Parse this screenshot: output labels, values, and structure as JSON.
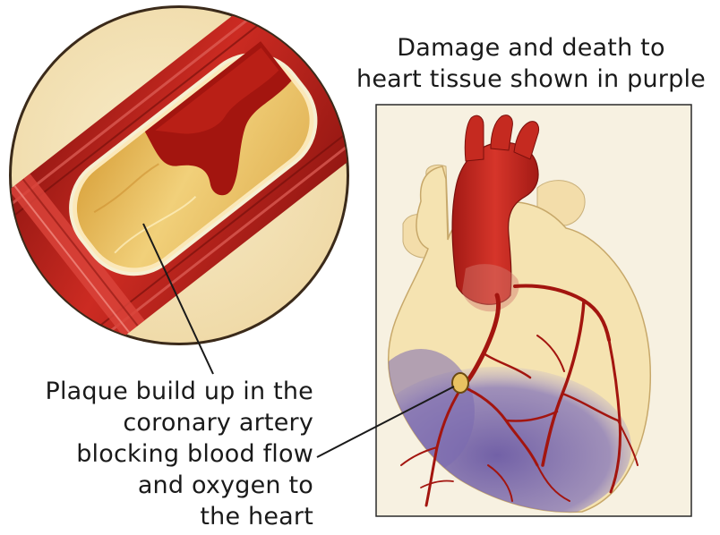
{
  "labels": {
    "tissue_damage": [
      "Damage and death to",
      "heart tissue shown in purple"
    ],
    "plaque": [
      "Plaque build up in the",
      "coronary artery",
      "blocking blood flow",
      "and oxygen to",
      "the heart"
    ]
  },
  "colors": {
    "artery_red": "#b3201b",
    "artery_dark": "#7e0f0c",
    "plaque_yellow": "#e9c262",
    "heart_cream": "#f5e3b1",
    "damage_purple": "#7a6ab0",
    "frame_bg": "#f5f0df"
  }
}
